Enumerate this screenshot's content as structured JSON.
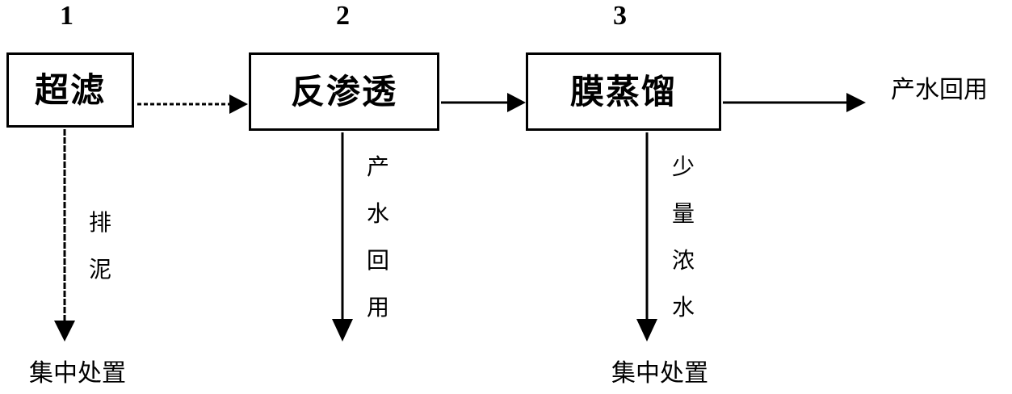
{
  "steps": [
    {
      "number": "1",
      "label": "超滤"
    },
    {
      "number": "2",
      "label": "反渗透"
    },
    {
      "number": "3",
      "label": "膜蒸馏"
    }
  ],
  "outputs": {
    "step1_down": {
      "side_label": [
        "排",
        "泥"
      ],
      "destination": "集中处置"
    },
    "step2_down": {
      "side_label": [
        "产",
        "水",
        "回",
        "用"
      ]
    },
    "step3_down": {
      "side_label": [
        "少",
        "量",
        "浓",
        "水"
      ],
      "destination": "集中处置"
    },
    "step3_right": {
      "label": "产水回用"
    }
  }
}
